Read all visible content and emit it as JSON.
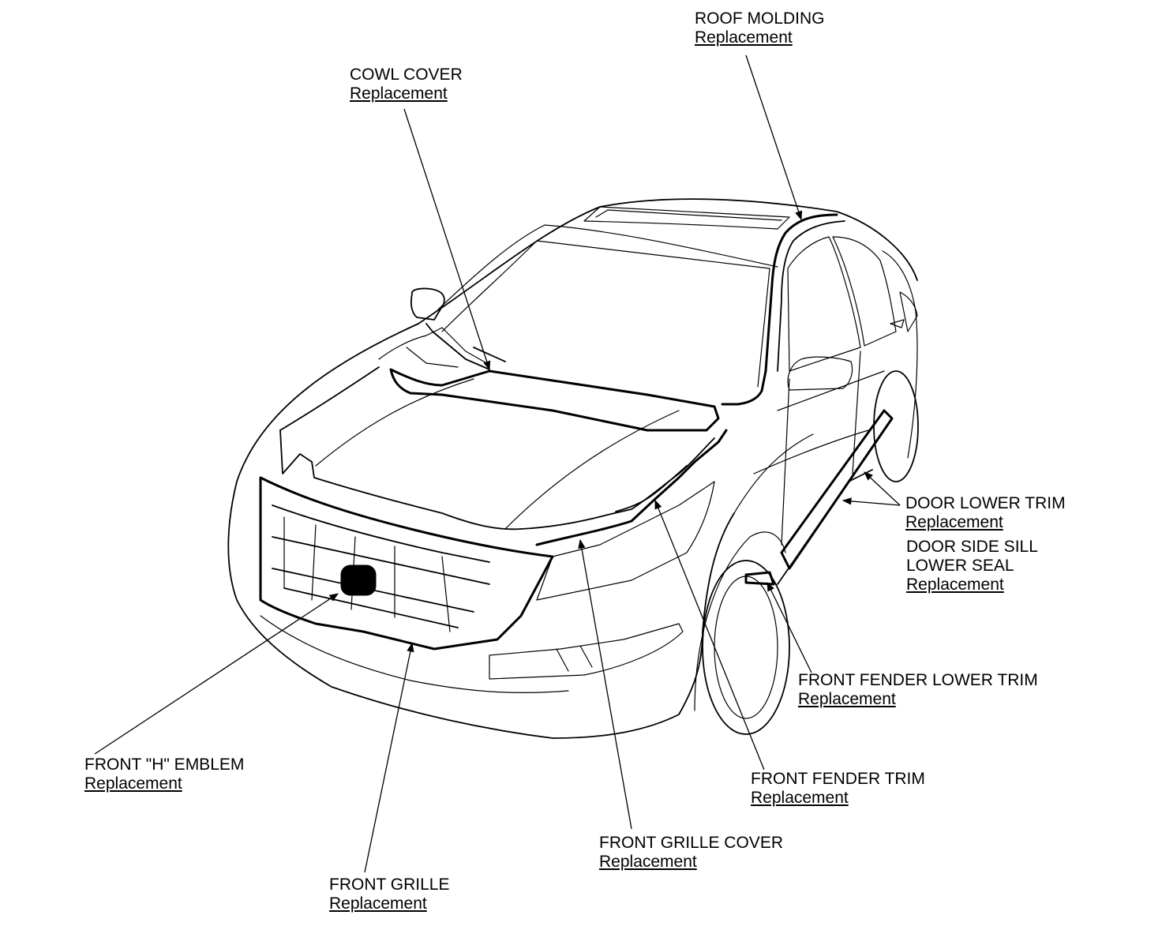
{
  "callouts": {
    "roof_molding": {
      "name": "ROOF MOLDING",
      "link": "Replacement"
    },
    "cowl_cover": {
      "name": "COWL COVER",
      "link": "Replacement"
    },
    "door_lower_trim": {
      "name": "DOOR LOWER TRIM",
      "link": "Replacement"
    },
    "door_side_sill": {
      "name_line1": "DOOR SIDE SILL",
      "name_line2": "LOWER SEAL",
      "link": "Replacement"
    },
    "front_fender_lower_trim": {
      "name": "FRONT FENDER LOWER TRIM",
      "link": "Replacement"
    },
    "front_fender_trim": {
      "name": "FRONT FENDER TRIM",
      "link": "Replacement"
    },
    "front_grille_cover": {
      "name": "FRONT GRILLE COVER",
      "link": "Replacement"
    },
    "front_grille": {
      "name": "FRONT GRILLE",
      "link": "Replacement"
    },
    "front_h_emblem": {
      "name": "FRONT \"H\" EMBLEM",
      "link": "Replacement"
    }
  },
  "colors": {
    "line": "#000000",
    "background": "#ffffff"
  }
}
